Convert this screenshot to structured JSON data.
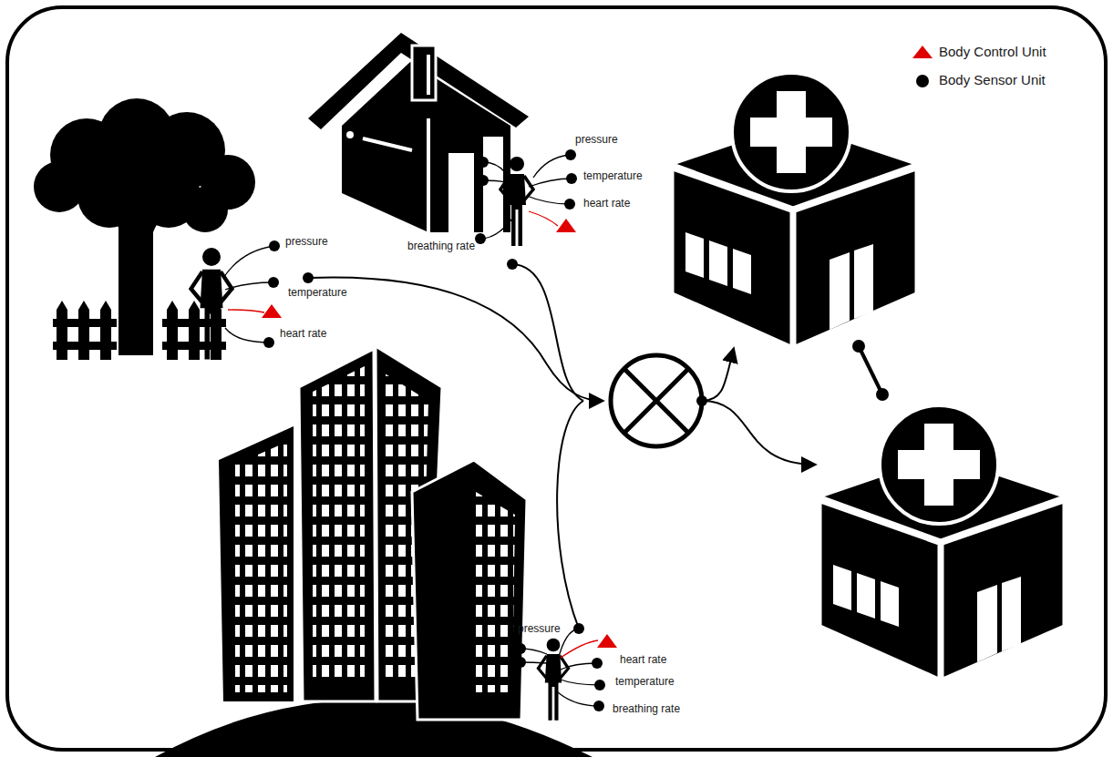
{
  "diagram": {
    "labels": [
      "pressure",
      "temperature",
      "heart rate",
      "breathing rate",
      "pressure",
      "temperature",
      "heart rate",
      "pressure",
      "heart rate",
      "temperature",
      "breathing rate"
    ],
    "legend": [
      {
        "text": "Body Control Unit"
      },
      {
        "text": "Body Sensor Unit"
      }
    ]
  }
}
